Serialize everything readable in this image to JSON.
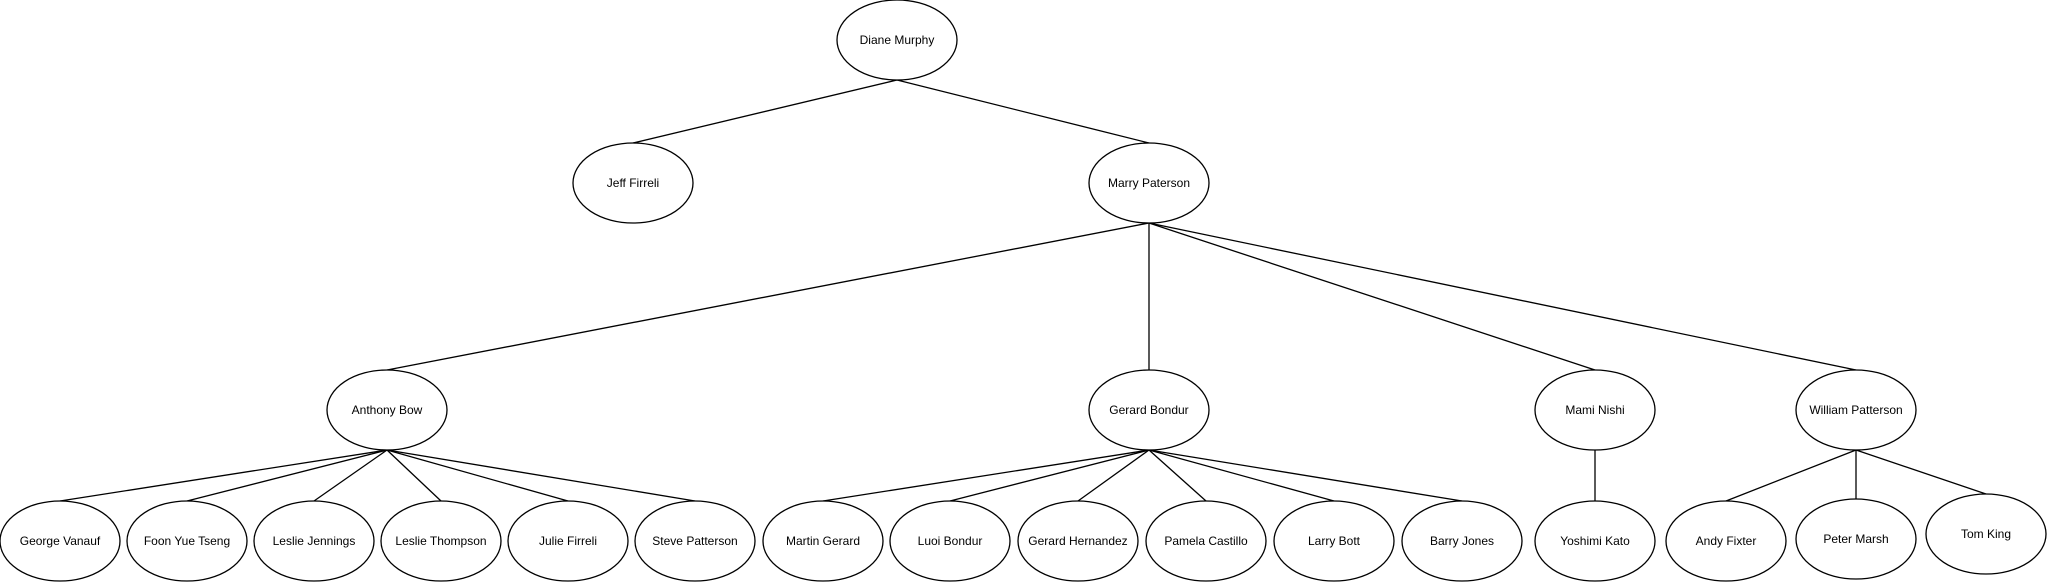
{
  "diagram": {
    "type": "org-chart",
    "nodes": [
      {
        "id": "diane",
        "label": "Diane Murphy",
        "parent": null
      },
      {
        "id": "jeff",
        "label": "Jeff Firreli",
        "parent": "diane"
      },
      {
        "id": "marry",
        "label": "Marry Paterson",
        "parent": "diane"
      },
      {
        "id": "anthony",
        "label": "Anthony Bow",
        "parent": "marry"
      },
      {
        "id": "gerard_b",
        "label": "Gerard Bondur",
        "parent": "marry"
      },
      {
        "id": "mami",
        "label": "Mami Nishi",
        "parent": "marry"
      },
      {
        "id": "william",
        "label": "William Patterson",
        "parent": "marry"
      },
      {
        "id": "george",
        "label": "George Vanauf",
        "parent": "anthony"
      },
      {
        "id": "foon",
        "label": "Foon Yue Tseng",
        "parent": "anthony"
      },
      {
        "id": "leslie_j",
        "label": "Leslie Jennings",
        "parent": "anthony"
      },
      {
        "id": "leslie_t",
        "label": "Leslie Thompson",
        "parent": "anthony"
      },
      {
        "id": "julie",
        "label": "Julie Firreli",
        "parent": "anthony"
      },
      {
        "id": "steve",
        "label": "Steve Patterson",
        "parent": "anthony"
      },
      {
        "id": "martin",
        "label": "Martin Gerard",
        "parent": "gerard_b"
      },
      {
        "id": "luoi",
        "label": "Luoi Bondur",
        "parent": "gerard_b"
      },
      {
        "id": "gerard_h",
        "label": "Gerard Hernandez",
        "parent": "gerard_b"
      },
      {
        "id": "pamela",
        "label": "Pamela Castillo",
        "parent": "gerard_b"
      },
      {
        "id": "larry",
        "label": "Larry Bott",
        "parent": "gerard_b"
      },
      {
        "id": "barry",
        "label": "Barry Jones",
        "parent": "gerard_b"
      },
      {
        "id": "yoshimi",
        "label": "Yoshimi Kato",
        "parent": "mami"
      },
      {
        "id": "andy",
        "label": "Andy Fixter",
        "parent": "william"
      },
      {
        "id": "peter",
        "label": "Peter Marsh",
        "parent": "william"
      },
      {
        "id": "tom",
        "label": "Tom King",
        "parent": "william"
      }
    ]
  }
}
